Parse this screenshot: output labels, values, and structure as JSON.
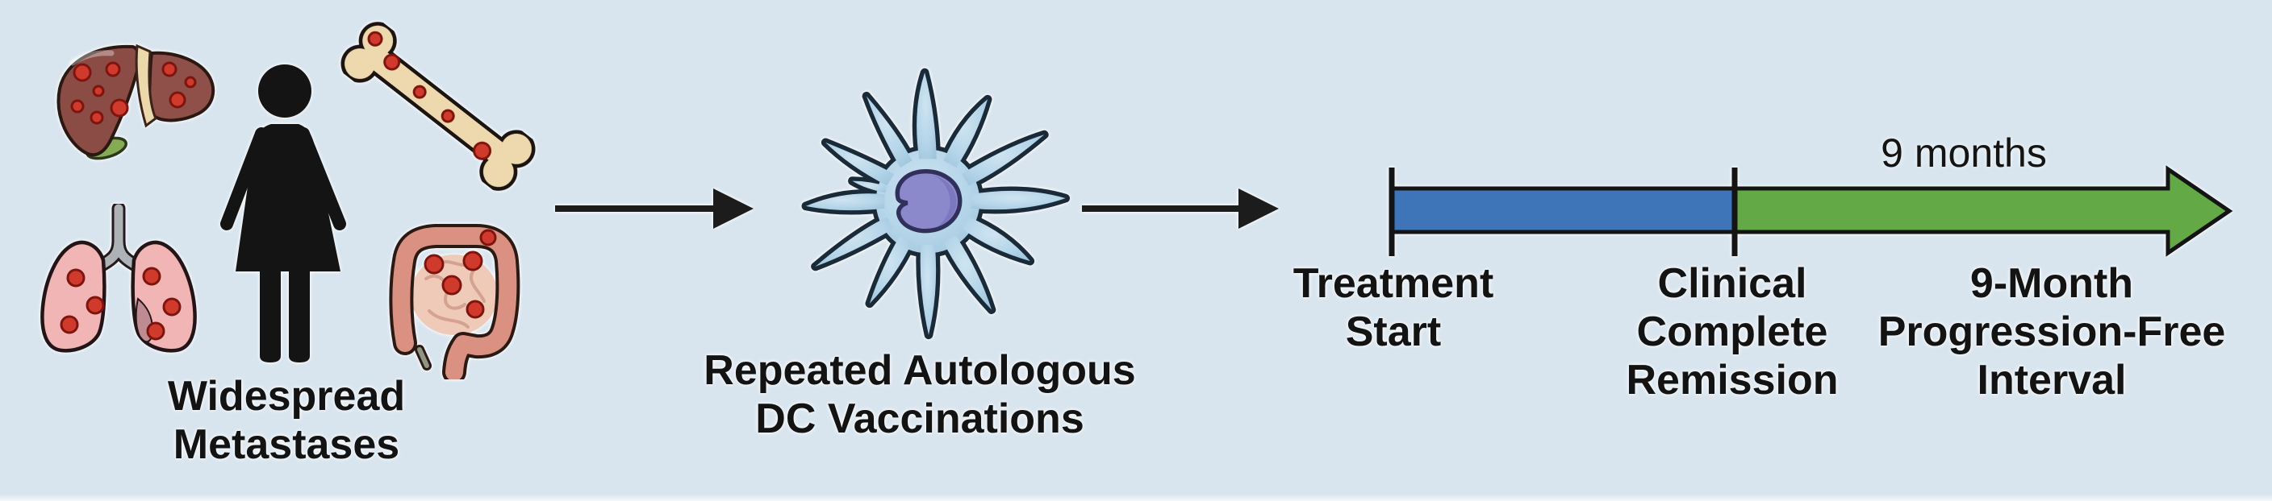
{
  "figure": {
    "background_color": "#d8e4ee",
    "stage1": {
      "caption_lines": [
        "Widespread",
        "Metastases"
      ],
      "icons": [
        "liver-icon",
        "female-figure-icon",
        "bone-icon",
        "lungs-icon",
        "intestine-icon"
      ]
    },
    "stage2": {
      "caption_lines": [
        "Repeated Autologous",
        "DC Vaccinations"
      ],
      "icons": [
        "dendritic-cell-icon"
      ]
    },
    "connectors": [
      "right-arrow-icon",
      "right-arrow-icon"
    ],
    "timeline": {
      "duration_label": "9 months",
      "tick1_label_lines": [
        "Treatment",
        "Start"
      ],
      "tick2_label_lines": [
        "Clinical",
        "Complete",
        "Remission"
      ],
      "interval_label_lines": [
        "9-Month",
        "Progression-Free",
        "Interval"
      ],
      "colors": {
        "treatment_bar": "#3e74b8",
        "progression_arrow": "#63a945",
        "axis": "#141414"
      }
    }
  },
  "palette": {
    "liver": "#8a4c45",
    "liver_ligament": "#ecd9ab",
    "gallbladder": "#85ab55",
    "bone": "#eed9ae",
    "lungs": "#f1b5b5",
    "trachea": "#adb2b6",
    "intestine_outer": "#da9181",
    "intestine_inner": "#f0cab9",
    "metastasis_dot": "#d03a2c",
    "cell_body": "#b7d6e9",
    "cell_nucleus": "#8b88cb",
    "silhouette": "#141414"
  }
}
